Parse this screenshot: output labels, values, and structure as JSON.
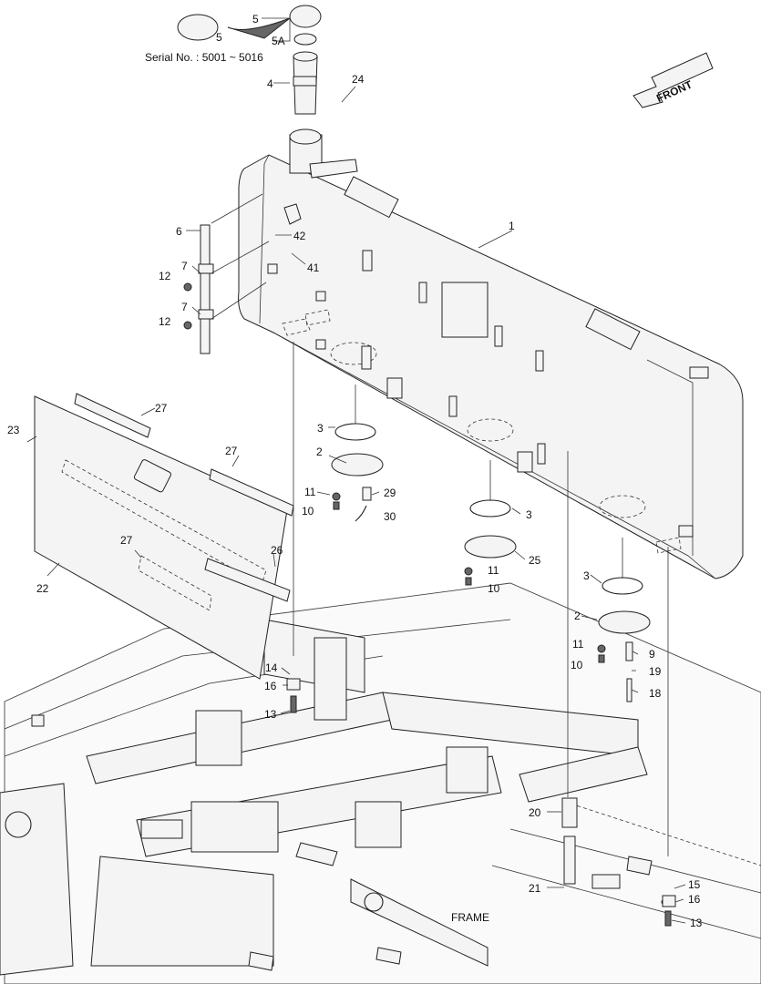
{
  "diagram": {
    "serial_note": "Serial No. : 5001 ~ 5016",
    "direction_label": "FRONT",
    "frame_label": "FRAME",
    "callouts": [
      {
        "id": "c-5-top",
        "text": "5"
      },
      {
        "id": "c-5-inset",
        "text": "5"
      },
      {
        "id": "c-5a",
        "text": "5A"
      },
      {
        "id": "c-4",
        "text": "4"
      },
      {
        "id": "c-24",
        "text": "24"
      },
      {
        "id": "c-1",
        "text": "1"
      },
      {
        "id": "c-6",
        "text": "6"
      },
      {
        "id": "c-42",
        "text": "42"
      },
      {
        "id": "c-41",
        "text": "41"
      },
      {
        "id": "c-7a",
        "text": "7"
      },
      {
        "id": "c-12a",
        "text": "12"
      },
      {
        "id": "c-7b",
        "text": "7"
      },
      {
        "id": "c-12b",
        "text": "12"
      },
      {
        "id": "c-27a",
        "text": "27"
      },
      {
        "id": "c-23",
        "text": "23"
      },
      {
        "id": "c-3a",
        "text": "3"
      },
      {
        "id": "c-2a",
        "text": "2"
      },
      {
        "id": "c-27b",
        "text": "27"
      },
      {
        "id": "c-11a",
        "text": "11"
      },
      {
        "id": "c-29",
        "text": "29"
      },
      {
        "id": "c-10a",
        "text": "10"
      },
      {
        "id": "c-30",
        "text": "30"
      },
      {
        "id": "c-3b",
        "text": "3"
      },
      {
        "id": "c-27c",
        "text": "27"
      },
      {
        "id": "c-26",
        "text": "26"
      },
      {
        "id": "c-25",
        "text": "25"
      },
      {
        "id": "c-22",
        "text": "22"
      },
      {
        "id": "c-11b",
        "text": "11"
      },
      {
        "id": "c-10b",
        "text": "10"
      },
      {
        "id": "c-3c",
        "text": "3"
      },
      {
        "id": "c-2b",
        "text": "2"
      },
      {
        "id": "c-11c",
        "text": "11"
      },
      {
        "id": "c-9",
        "text": "9"
      },
      {
        "id": "c-10c",
        "text": "10"
      },
      {
        "id": "c-19",
        "text": "19"
      },
      {
        "id": "c-18",
        "text": "18"
      },
      {
        "id": "c-14",
        "text": "14"
      },
      {
        "id": "c-16a",
        "text": "16"
      },
      {
        "id": "c-13a",
        "text": "13"
      },
      {
        "id": "c-20",
        "text": "20"
      },
      {
        "id": "c-21",
        "text": "21"
      },
      {
        "id": "c-15",
        "text": "15"
      },
      {
        "id": "c-16b",
        "text": "16"
      },
      {
        "id": "c-13b",
        "text": "13"
      }
    ]
  }
}
